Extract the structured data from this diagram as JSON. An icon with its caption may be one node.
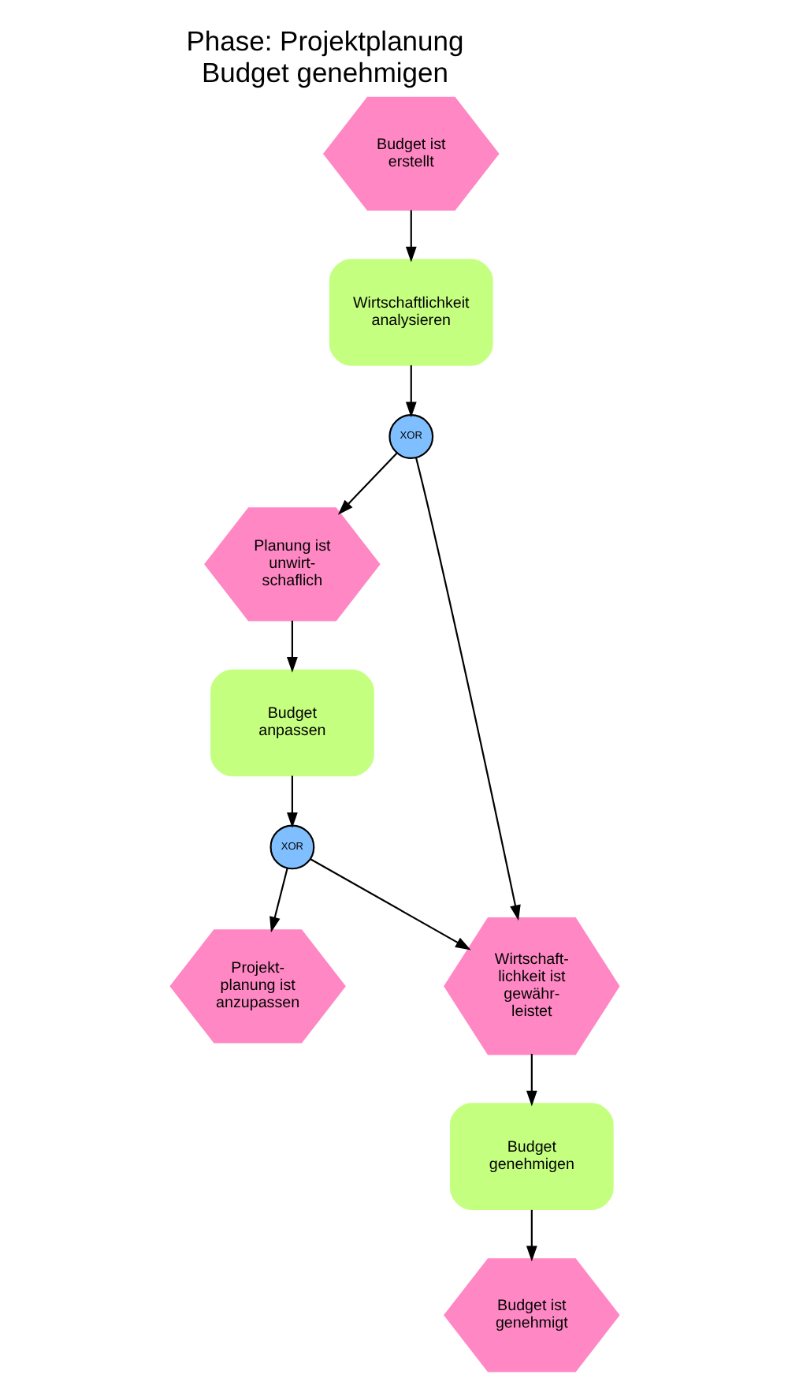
{
  "diagram": {
    "title": "Phase: Projektplanung Budget genehmigen",
    "nodes": [
      {
        "text": [
          "Budget ist erstellt"
        ]
      },
      {
        "text": [
          "Wirtschaftlichkeit analysieren"
        ]
      },
      {
        "text": [
          "XOR"
        ]
      },
      {
        "text": [
          "Planung ist unwirt- schaflich"
        ]
      },
      {
        "text": [
          "Budget anpassen"
        ]
      },
      {
        "text": [
          "XOR"
        ]
      },
      {
        "text": [
          "Projekt- planung ist anzupassen"
        ]
      },
      {
        "text": [
          "Wirtschaft- lichkeit ist gewähr- leistet"
        ]
      },
      {
        "text": [
          "Budget genehmigen"
        ]
      },
      {
        "text": [
          "Budget ist genehmigt"
        ]
      }
    ],
    "edges": [
      {
        "from": 0,
        "to": 1,
        "arrow": "to"
      },
      {
        "from": 1,
        "to": 2,
        "arrow": "to"
      },
      {
        "from": 2,
        "to": 3,
        "arrow": "to"
      },
      {
        "from": 2,
        "to": 7,
        "arrow": "to"
      },
      {
        "from": 3,
        "to": 4,
        "arrow": "to"
      },
      {
        "from": 4,
        "to": 5,
        "arrow": "to"
      },
      {
        "from": 5,
        "to": 6,
        "arrow": "to"
      },
      {
        "from": 5,
        "to": 7,
        "arrow": "to"
      },
      {
        "from": 7,
        "to": 8,
        "arrow": "to"
      },
      {
        "from": 8,
        "to": 9,
        "arrow": "to"
      }
    ]
  }
}
